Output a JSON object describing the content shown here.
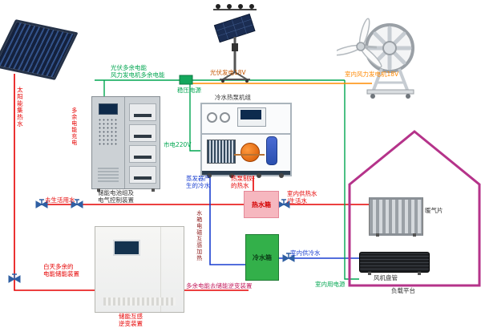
{
  "colors": {
    "hot_water": "#e60000",
    "cold_water": "#1a3fd0",
    "electric": "#00a650",
    "wind_power": "#ff8c00",
    "house_outline": "#b5338a",
    "hot_tank_fill": "#f6b7bf",
    "cold_tank_fill": "#33b04a"
  },
  "labels": {
    "solar_hot_water": "太阳能集热水",
    "pv_generation": "光伏发电18V",
    "wind_generation": "室内风力发电机18V",
    "surplus_power_bus": "光伏多余电能\n风力发电机多余电能",
    "voltage_regulator": "稳压电源",
    "heat_pump_unit": "冷水热泵机组",
    "mains_power": "市电220V",
    "evaporator_cold": "蒸发器产\n生的冷水",
    "heat_pump_hot": "热泵制好\n的热水",
    "hot_tank": "热水箱",
    "cold_tank": "冷水箱",
    "to_domestic_water": "去生活用水",
    "indoor_hot_supply": "室内供热水\n/生活水",
    "indoor_cold_supply": "室内供冷水",
    "indoor_power": "室内用电源",
    "radiator": "暖气片",
    "fan_coil": "风机盘管",
    "load_platform": "负载平台",
    "battery_cabinet": "储能电池组及\n电气控制装置",
    "surplus_charge": "多余电能充电",
    "daytime_surplus": "白天多余的\n电能储能装置",
    "inverter_cabinet": "储能互感\n逆变装置",
    "surplus_to_storage": "多余电能去储能逆变装置",
    "tank_induction_heating": "水箱电磁互感加热"
  }
}
